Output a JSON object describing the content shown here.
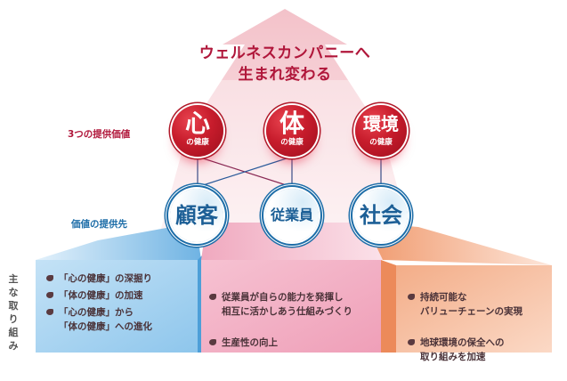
{
  "headline": {
    "line1": "ウェルネスカンパニーへ",
    "line2": "生まれ変わる"
  },
  "row_labels": {
    "values": "3つの提供価値",
    "targets": "価値の提供先",
    "initiatives": "主な取り組み"
  },
  "values": [
    {
      "main": "心",
      "sub": "の健康"
    },
    {
      "main": "体",
      "sub": "の健康"
    },
    {
      "main": "環境",
      "sub": "の健康"
    }
  ],
  "targets": [
    {
      "label": "顧客"
    },
    {
      "label": "従業員"
    },
    {
      "label": "社会"
    }
  ],
  "panels": [
    {
      "color": "#a9d3ef",
      "items": [
        {
          "text": "「心の健康」の深掘り"
        },
        {
          "text": "「体の健康」の加速"
        },
        {
          "text": "「心の健康」から\n「体の健康」への進化"
        }
      ]
    },
    {
      "color": "#f2b4c8",
      "items": [
        {
          "text": "従業員が自らの能力を発揮し\n相互に活かしあう仕組みづくり"
        },
        {
          "text": "生産性の向上"
        }
      ]
    },
    {
      "color": "#f5b895",
      "items": [
        {
          "text": "持続可能な\nバリューチェーンの実現"
        },
        {
          "text": "地球環境の保全への\n取り組みを加速"
        }
      ]
    }
  ],
  "colors": {
    "red": "#c71c2c",
    "blue": "#1d6da8",
    "headline": "#b0163a",
    "arrow": "#f3c6cc"
  }
}
